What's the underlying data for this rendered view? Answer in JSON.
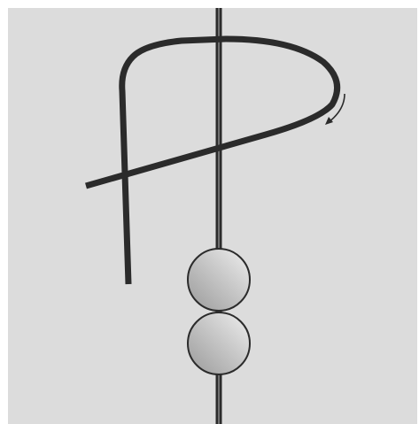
{
  "diagram": {
    "description_labels": [],
    "colors": {
      "background": "#dcdcdc",
      "page": "#ffffff",
      "cord": "#2b2b2b",
      "line_highlight": "#6f6f6f",
      "bead_light": "#ebebeb",
      "bead_dark": "#9a9a9a",
      "arrow": "#2b2b2b"
    },
    "elements": {
      "vertical_line": "vertical-strand",
      "loop_cord": "looped-cord",
      "beads": [
        "bead-upper",
        "bead-lower"
      ],
      "direction_arrow": "curved-arrow-icon"
    }
  }
}
